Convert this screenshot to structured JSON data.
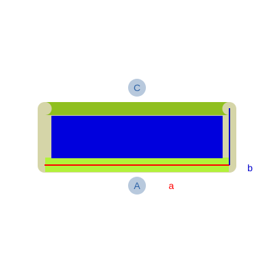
{
  "diagram": {
    "background": "#ffffff",
    "labels": {
      "top_marker": "C",
      "bottom_marker": "A",
      "horizontal_dimension": "a",
      "vertical_dimension": "b"
    },
    "colors": {
      "frame": "#d5d5a8",
      "top_bar": "#8fbf1f",
      "bottom_strip": "#b2f23a",
      "panel": "#0000dd",
      "marker_circle": "#b8c9dd",
      "marker_text": "#2e63a6",
      "dimension_a": "#ff0000",
      "dimension_b": "#0000cc"
    }
  }
}
